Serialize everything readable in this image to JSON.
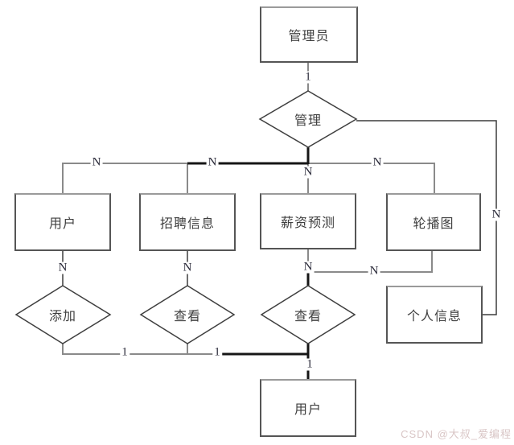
{
  "diagram": {
    "type": "entity-relationship",
    "entities": [
      {
        "id": "admin",
        "label": "管理员"
      },
      {
        "id": "user-top",
        "label": "用户"
      },
      {
        "id": "recruitment-info",
        "label": "招聘信息"
      },
      {
        "id": "salary-prediction",
        "label": "薪资预测"
      },
      {
        "id": "carousel",
        "label": "轮播图"
      },
      {
        "id": "personal-info",
        "label": "个人信息"
      },
      {
        "id": "user-bottom",
        "label": "用户"
      }
    ],
    "relationships": [
      {
        "id": "manage",
        "label": "管理"
      },
      {
        "id": "add",
        "label": "添加"
      },
      {
        "id": "view-1",
        "label": "查看"
      },
      {
        "id": "view-2",
        "label": "查看"
      }
    ],
    "cardinalities": [
      "1",
      "N",
      "N",
      "N",
      "N",
      "N",
      "N",
      "N",
      "N",
      "N",
      "1",
      "1",
      "1"
    ],
    "colors": {
      "line_gray": "#8a8a8a",
      "line_dark": "#3d3d3d",
      "line_black": "#161616",
      "text": "#3f3f3f"
    }
  },
  "watermark": {
    "text": "CSDN @大叔_爱编程",
    "color": "#d9c6c6"
  }
}
